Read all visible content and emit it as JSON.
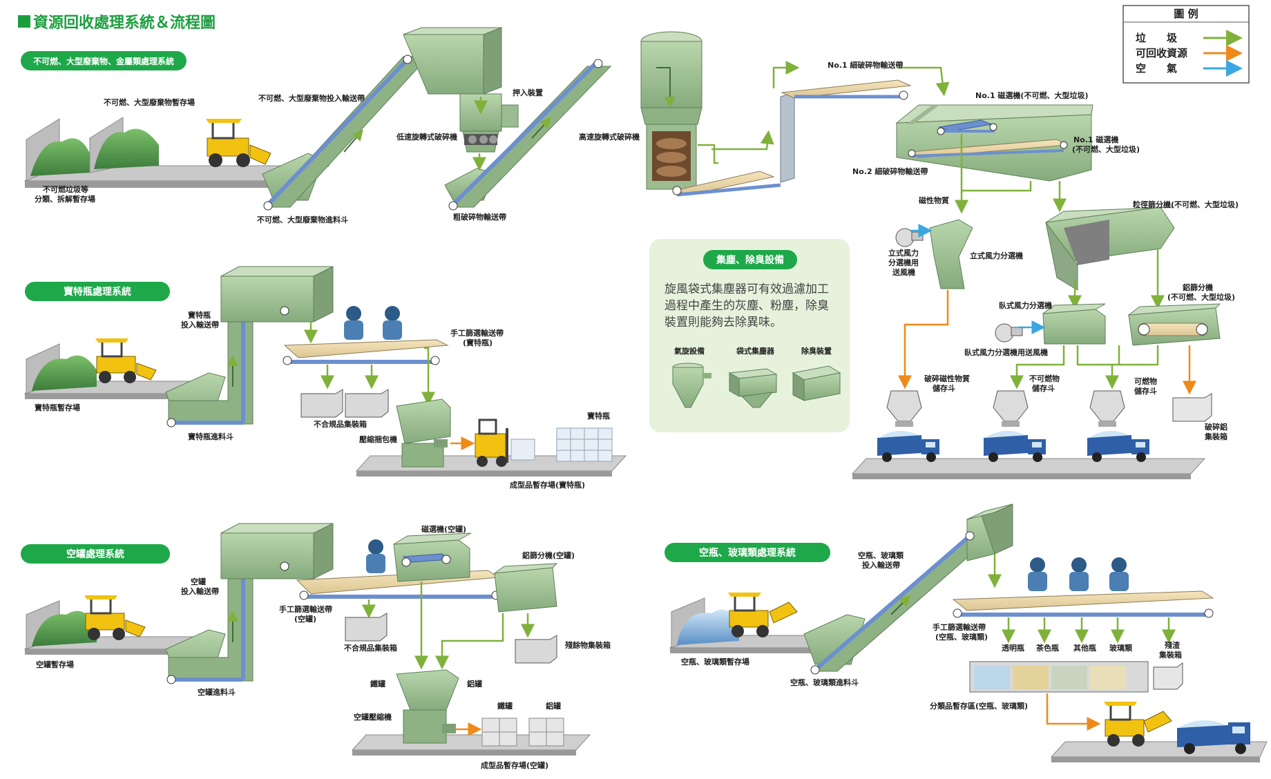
{
  "title": "資源回收處理系統＆流程圖",
  "legend": {
    "title": "圖 例",
    "items": [
      {
        "label": "垃　　圾",
        "color": "#7fb13b"
      },
      {
        "label": "可回收資源",
        "color": "#ef8a1a"
      },
      {
        "label": "空　　氣",
        "color": "#3aa7e0"
      }
    ]
  },
  "colors": {
    "machine": "#a8c89a",
    "machine_dark": "#6e9468",
    "belt": "#6c8fd0",
    "green": "#1ea84a",
    "arrow_green": "#7fb13b",
    "arrow_orange": "#ef8a1a",
    "arrow_blue": "#3aa7e0"
  },
  "sections": {
    "noncomb": {
      "pill": "不可燃、大型廢棄物、金屬類處理系統",
      "labels": {
        "storage": "不可燃、大型廢棄物暫存場",
        "sort1": "不可燃垃圾等",
        "sort2": "分類、拆解暫存場",
        "input_conv": "不可燃、大型廢棄物投入輸送帶",
        "hopper": "不可燃、大型廢棄物進料斗",
        "low_speed": "低速旋轉式破碎機",
        "push": "押入裝置",
        "coarse_conv": "粗破碎物輸送帶",
        "high_speed": "高速旋轉式破碎機",
        "fine1": "No.1 細破碎物輸送帶",
        "fine2": "No.2 細破碎物輸送帶",
        "mag1a": "No.1 磁選機(不可燃、大型垃圾)",
        "mag1b_1": "No.1 磁選機",
        "mag1b_2": "(不可燃、大型垃圾)",
        "magnetic": "磁性物質",
        "trommel": "粒徑篩分機(不可燃、大型垃圾)",
        "fan1_1": "立式風力",
        "fan1_2": "分選機用",
        "fan1_3": "送風機",
        "vertical": "立式風力分選機",
        "horizontal": "臥式風力分選機",
        "fan2": "臥式風力分選機用送風機",
        "al_sep1": "鋁篩分機",
        "al_sep2": "(不可燃、大型垃圾)",
        "mag_store1": "破碎磁性物質",
        "mag_store2": "儲存斗",
        "noncomb_store1": "不可燃物",
        "noncomb_store2": "儲存斗",
        "comb_store1": "可燃物",
        "comb_store2": "儲存斗",
        "al_box1": "破碎鋁",
        "al_box2": "集裝箱"
      }
    },
    "dust": {
      "pill": "集塵、除臭設備",
      "body1": "旋風袋式集塵器可有效過濾加工",
      "body2": "過程中產生的灰塵、粉塵，除臭",
      "body3": "裝置則能夠去除異味。",
      "cyclone": "氣旋設備",
      "bag": "袋式集塵器",
      "deodor": "除臭裝置"
    },
    "pet": {
      "pill": "寶特瓶處理系統",
      "storage": "寶特瓶暫存場",
      "input1": "寶特瓶",
      "input2": "投入輸送帶",
      "hopper": "寶特瓶進料斗",
      "manual1": "手工篩選輸送帶",
      "manual2": "(寶特瓶)",
      "reject": "不合規品集裝箱",
      "baler": "壓縮捆包機",
      "bottles": "寶特瓶",
      "product": "成型品暫存場(寶特瓶)"
    },
    "cans": {
      "pill": "空罐處理系統",
      "storage": "空罐暫存場",
      "input1": "空罐",
      "input2": "投入輸送帶",
      "hopper": "空罐進料斗",
      "magnet": "磁選機(空罐)",
      "al_sep": "鋁篩分機(空罐)",
      "manual1": "手工篩選輸送帶",
      "manual2": "(空罐)",
      "reject": "不合規品集裝箱",
      "residue": "殘餘物集裝箱",
      "iron": "鐵罐",
      "aluminum": "鋁罐",
      "compactor": "空罐壓縮機",
      "iron2": "鐵罐",
      "aluminum2": "鋁罐",
      "product": "成型品暫存場(空罐)"
    },
    "glass": {
      "pill": "空瓶、玻璃類處理系統",
      "input1": "空瓶、玻璃類",
      "input2": "投入輸送帶",
      "storage": "空瓶、玻璃類暫存場",
      "hopper": "空瓶、玻璃類進料斗",
      "manual1": "手工篩選輸送帶",
      "manual2": "(空瓶、玻璃類)",
      "clear": "透明瓶",
      "brown": "茶色瓶",
      "other": "其他瓶",
      "glass": "玻璃類",
      "slag1": "殘渣",
      "slag2": "集裝箱",
      "sorted": "分類品暫存區(空瓶、玻璃類)"
    }
  }
}
